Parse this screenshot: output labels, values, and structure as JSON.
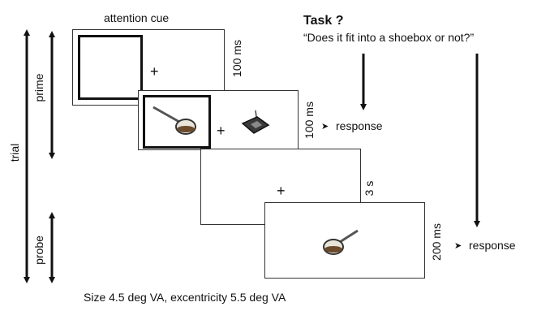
{
  "title": "attention cue",
  "task": {
    "heading": "Task ?",
    "question": "“Does it fit into a shoebox or not?”"
  },
  "side_labels": {
    "trial": "trial",
    "prime": "prime",
    "probe": "probe"
  },
  "frames": [
    {
      "duration": "100 ms",
      "content": "fixation",
      "cue": true
    },
    {
      "duration": "100 ms",
      "content": "banjo-and-object",
      "cue": true,
      "response": "response"
    },
    {
      "duration": "3 s",
      "content": "fixation"
    },
    {
      "duration": "200 ms",
      "content": "banjo",
      "response": "response"
    }
  ],
  "response_marker": "➤",
  "fixation": "+",
  "footnote": "Size 4.5 deg VA, excentricity 5.5 deg VA"
}
